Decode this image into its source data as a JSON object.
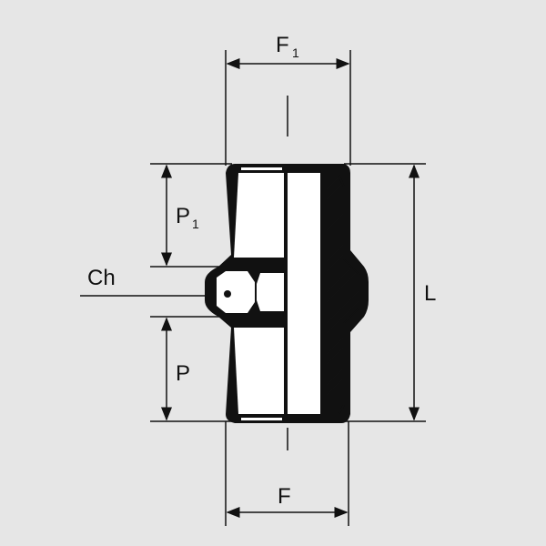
{
  "title": "Hex nipple fitting technical drawing",
  "labels": {
    "f1": "F",
    "f1_sub": "1",
    "p1": "P",
    "p1_sub": "1",
    "ch": "Ch",
    "p": "P",
    "l": "L",
    "f": "F"
  },
  "colors": {
    "background": "#e6e6e6",
    "ink": "#111111",
    "fill": "#ffffff"
  }
}
